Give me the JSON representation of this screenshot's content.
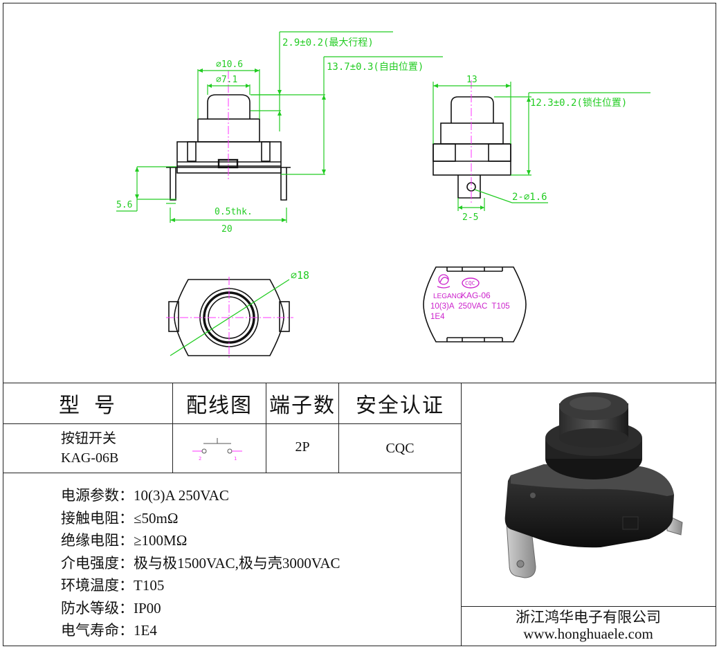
{
  "drawing": {
    "dims": {
      "max_stroke": "2.9±0.2(最大行程)",
      "free_position": "13.7±0.3(自由位置)",
      "outer_dia": "⌀10.6",
      "inner_dia": "⌀7.1",
      "width_13": "13",
      "lock_position": "12.3±0.2(锁住位置)",
      "height_5_6": "5.6",
      "thickness": "0.5thk.",
      "width_20": "20",
      "hole": "2-⌀1.6",
      "pitch": "2-5",
      "body_dia": "⌀18"
    },
    "label": {
      "brand": "LEGANG",
      "cert_mark": "CQC",
      "model": "KAG-06",
      "rating": "10(3)A  250VAC  T105",
      "life": "1E4"
    }
  },
  "table": {
    "headers": [
      "型  号",
      "配线图",
      "端子数",
      "安全认证"
    ],
    "row": {
      "model_cn": "按钮开关",
      "model_code": "KAG-06B",
      "wiring_pin_left": "2",
      "wiring_pin_right": "1",
      "terminals": "2P",
      "certification": "CQC"
    }
  },
  "specs": [
    "电源参数：10(3)A 250VAC",
    "接触电阻：≤50mΩ",
    "绝缘电阻：≥100MΩ",
    "介电强度：极与极1500VAC,极与壳3000VAC",
    "环境温度：T105",
    "防水等级：IP00",
    "电气寿命：1E4"
  ],
  "company": {
    "name": "浙江鸿华电子有限公司",
    "website": "www.honghuaele.com"
  },
  "colors": {
    "dimension": "#22cc22",
    "centerline": "#ff33ff",
    "label_text": "#cc22cc",
    "outline": "#111111"
  }
}
